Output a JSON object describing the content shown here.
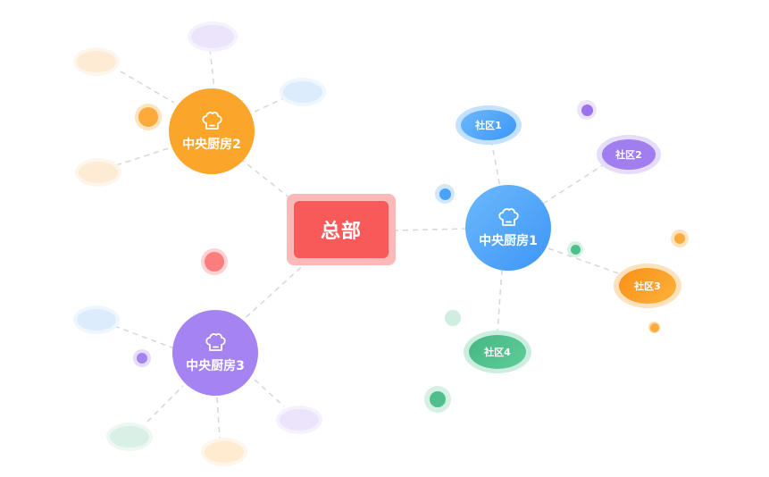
{
  "diagram": {
    "hub": {
      "label": "总部",
      "color": "#f85a5a",
      "halo": "#fdb8b8"
    },
    "kitchens": [
      {
        "id": "k1",
        "label": "中央厨房1",
        "icon": "chef-hat-icon",
        "color": "#4aa3fb"
      },
      {
        "id": "k2",
        "label": "中央厨房2",
        "icon": "chef-hat-icon",
        "color": "#fba52a"
      },
      {
        "id": "k3",
        "label": "中央厨房3",
        "icon": "chef-hat-icon",
        "color": "#a583f0"
      }
    ],
    "communities": [
      {
        "id": "c1",
        "label": "社区1",
        "parent": "k1",
        "color": "#4aa3fb",
        "halo": "#c4e1fd"
      },
      {
        "id": "c2",
        "label": "社区2",
        "parent": "k1",
        "color": "#a583f0",
        "halo": "#e2d6fb"
      },
      {
        "id": "c3",
        "label": "社区3",
        "parent": "k1",
        "color": "#fb9a1e",
        "halo": "#fde2bd"
      },
      {
        "id": "c4",
        "label": "社区4",
        "parent": "k1",
        "color": "#4fbf8d",
        "halo": "#cdeedf"
      }
    ],
    "edges": [
      [
        "hub",
        "k1"
      ],
      [
        "hub",
        "k2"
      ],
      [
        "hub",
        "k3"
      ],
      [
        "k1",
        "c1"
      ],
      [
        "k1",
        "c2"
      ],
      [
        "k1",
        "c3"
      ],
      [
        "k1",
        "c4"
      ]
    ],
    "edge_style": {
      "color": "#d4d4dc",
      "dash": "6,5"
    }
  }
}
